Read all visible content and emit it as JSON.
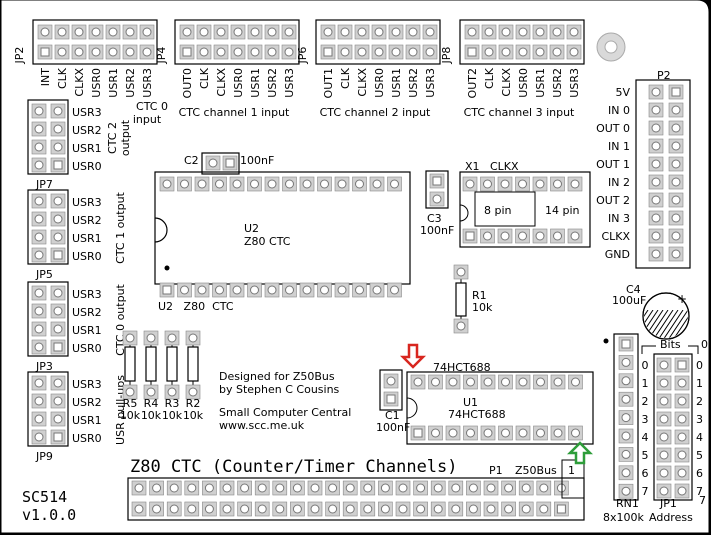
{
  "board": {
    "title": "Z80 CTC (Counter/Timer Channels)",
    "name": "SC514",
    "version": "v1.0.0",
    "credits": [
      "Designed for Z50Bus",
      "by Stephen C Cousins",
      "Small Computer Central",
      "www.scc.me.uk"
    ]
  },
  "headers": [
    {
      "id": "JP2",
      "labels": [
        "INT",
        "CLK",
        "CLKX",
        "USR0",
        "USR1",
        "USR2",
        "USR3"
      ],
      "caption": [
        "CTC 0",
        "input"
      ]
    },
    {
      "id": "JP4",
      "labels": [
        "OUT0",
        "CLK",
        "CLKX",
        "USR0",
        "USR1",
        "USR2",
        "USR3"
      ],
      "caption": [
        "CTC channel 1 input"
      ]
    },
    {
      "id": "JP6",
      "labels": [
        "OUT1",
        "CLK",
        "CLKX",
        "USR0",
        "USR1",
        "USR2",
        "USR3"
      ],
      "caption": [
        "CTC channel 2 input"
      ]
    },
    {
      "id": "JP8",
      "labels": [
        "OUT2",
        "CLK",
        "CLKX",
        "USR0",
        "USR1",
        "USR2",
        "USR3"
      ],
      "caption": [
        "CTC channel 3 input"
      ]
    }
  ],
  "side_headers": [
    {
      "id": "JP7",
      "labels": [
        "USR3",
        "USR2",
        "USR1",
        "USR0"
      ],
      "caption": [
        "CTC 2",
        "output"
      ]
    },
    {
      "id": "JP5",
      "labels": [
        "USR3",
        "USR2",
        "USR1",
        "USR0"
      ],
      "caption": [
        "CTC 1 output"
      ]
    },
    {
      "id": "JP3",
      "labels": [
        "USR3",
        "USR2",
        "USR1",
        "USR0"
      ],
      "caption": [
        "CTC 0 output"
      ]
    },
    {
      "id": "JP9",
      "labels": [
        "USR3",
        "USR2",
        "USR1",
        "USR0"
      ],
      "caption": [
        "USR pull-ups"
      ]
    }
  ],
  "p2": {
    "id": "P2",
    "labels": [
      "5V",
      "IN 0",
      "OUT 0",
      "IN 1",
      "OUT 1",
      "IN 2",
      "OUT 2",
      "IN 3",
      "CLKX",
      "GND"
    ]
  },
  "components": {
    "c2": "C2",
    "c2_val": "100nF",
    "u2": "U2",
    "u2_part": "Z80 CTC",
    "u2_silk": "U2   Z80  CTC",
    "x1": "X1",
    "x1_clk": "CLKX",
    "x1_8": "8 pin",
    "x1_14": "14 pin",
    "c3": "C3",
    "c3_val": "100nF",
    "r1": "R1",
    "r1_val": "10k",
    "c4": "C4",
    "c4_val": "100uF",
    "u1": "U1",
    "u1_part": "74HCT688",
    "u1_top": "74HCT688",
    "c1": "C1",
    "c1_val": "100nF",
    "resistors": [
      {
        "name": "R5",
        "val": "10k"
      },
      {
        "name": "R4",
        "val": "10k"
      },
      {
        "name": "R3",
        "val": "10k"
      },
      {
        "name": "R2",
        "val": "10k"
      }
    ],
    "p1": "P1",
    "z50bus": "Z50Bus",
    "pin1": "1",
    "rn1": "RN1",
    "rn1_val": "8x100k",
    "jp1": "JP1",
    "jp1_sub": "Address",
    "bits_label": "Bits",
    "bits_hi": "0",
    "bits_lo": "7",
    "bit_numbers": [
      "0",
      "1",
      "2",
      "3",
      "4",
      "5",
      "6",
      "7"
    ]
  },
  "markers": {
    "red": "#d8261f",
    "green": "#2e9d3a"
  }
}
